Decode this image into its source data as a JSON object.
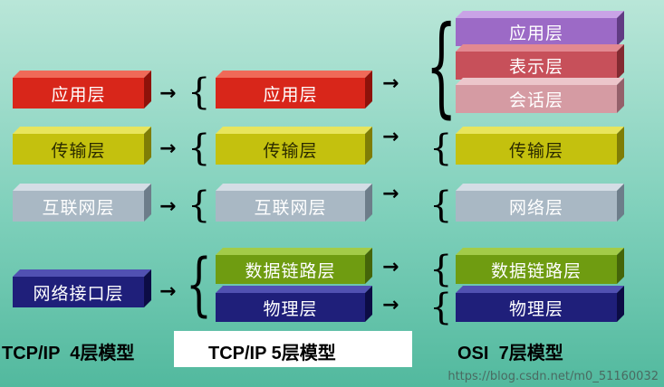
{
  "tcpip4": {
    "layers": [
      "应用层",
      "传输层",
      "互联网层",
      "网络接口层"
    ],
    "caption": "TCP/IP  4层模型"
  },
  "tcpip5": {
    "layers": [
      "应用层",
      "传输层",
      "互联网层",
      "数据链路层",
      "物理层"
    ],
    "caption": "TCP/IP 5层模型"
  },
  "osi7": {
    "layers": [
      "应用层",
      "表示层",
      "会话层",
      "传输层",
      "网络层",
      "数据链路层",
      "物理层"
    ],
    "caption": "OSI  7层模型"
  },
  "symbols": {
    "arrow": "→",
    "brace": "{"
  },
  "watermark": "https://blog.csdn.net/m0_51160032",
  "colors": {
    "application": "#d8261a",
    "transport": "#c4c10e",
    "internet": "#a9b8c4",
    "network_interface": "#1f1f7a",
    "data_link": "#6f9c11",
    "physical": "#1f1f7a",
    "presentation": "#c7505a",
    "session": "#d59ba3",
    "osi_application": "#9c6ac6"
  }
}
